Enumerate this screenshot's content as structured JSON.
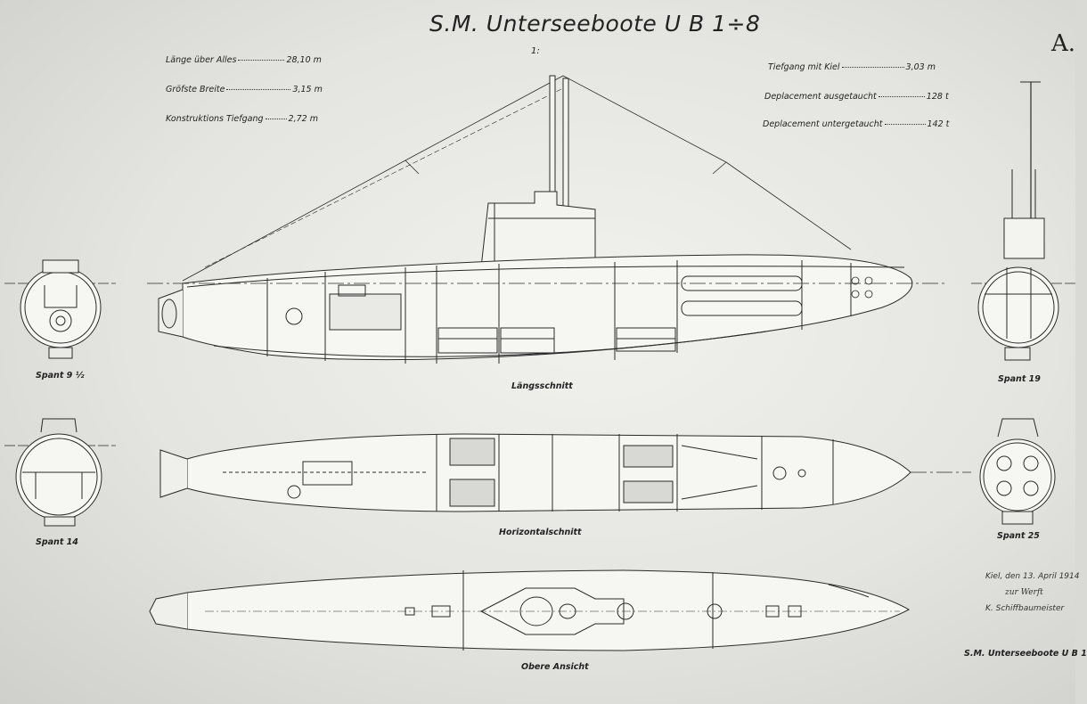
{
  "title": "S.M. Unterseeboote U B 1÷8",
  "scale": "1:",
  "sheet_mark": "A.",
  "specs_left": [
    {
      "label": "Länge über Alles",
      "value": "28,10 m"
    },
    {
      "label": "Gröfste Breite",
      "value": "3,15 m"
    },
    {
      "label": "Konstruktions Tiefgang",
      "value": "2,72 m"
    }
  ],
  "specs_right": [
    {
      "label": "Tiefgang mit Kiel",
      "value": "3,03 m"
    },
    {
      "label": "Deplacement ausgetaucht",
      "value": "128 t"
    },
    {
      "label": "Deplacement untergetaucht",
      "value": "142 t"
    }
  ],
  "views": {
    "longitudinal": "Längsschnitt",
    "horizontal": "Horizontalschnitt",
    "top": "Obere Ansicht"
  },
  "frames": {
    "f9": "Spant 9 ½",
    "f14": "Spant 14",
    "f19": "Spant 19",
    "f25": "Spant 25"
  },
  "signature": {
    "line1": "Kiel, den 13. April 1914",
    "line2": "zur Werft",
    "line3": "K. Schiffbaumeister"
  },
  "footer_title": "S.M. Unterseeboote U B 1"
}
